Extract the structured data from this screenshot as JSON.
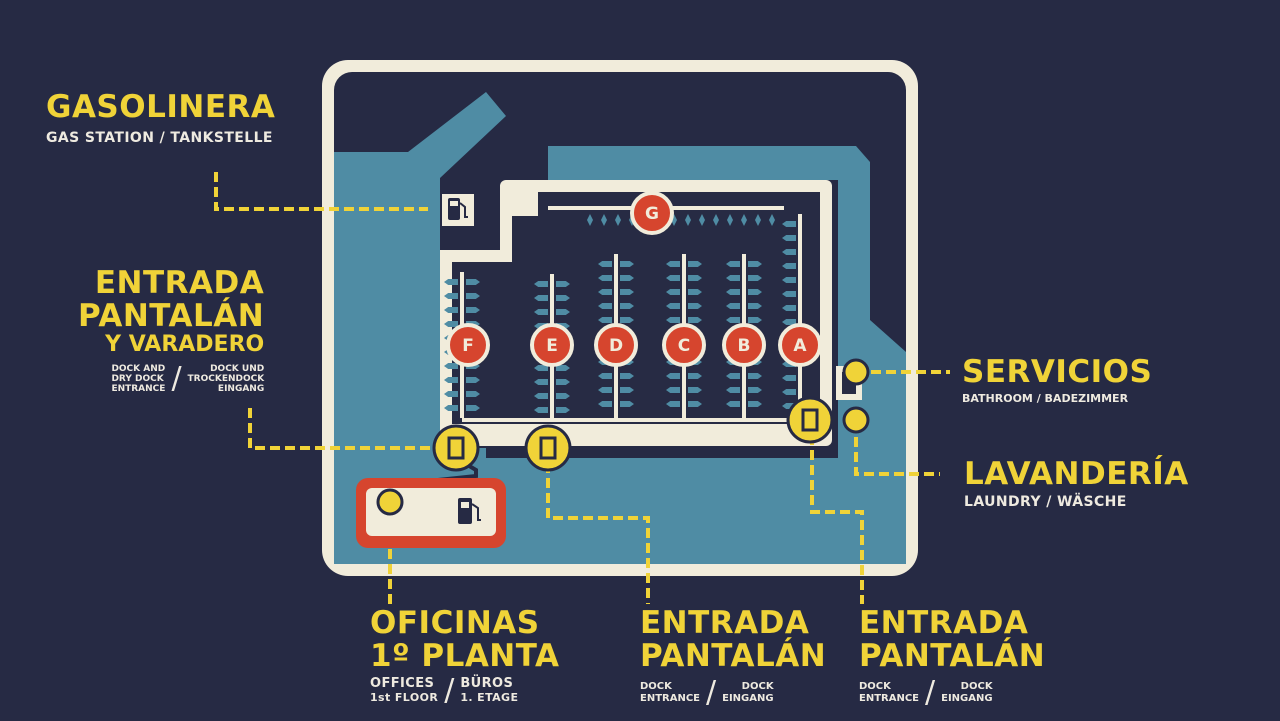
{
  "colors": {
    "background": "#262a44",
    "water": "#4f8ca4",
    "frame": "#f1ecdb",
    "dock_area": "#272b44",
    "yellow": "#f0d338",
    "red": "#d6452e"
  },
  "pontoons": [
    "A",
    "B",
    "C",
    "D",
    "E",
    "F",
    "G"
  ],
  "icons": [
    "fuel-pump-icon",
    "door-icon"
  ],
  "labels": {
    "gas": {
      "title": "GASOLINERA",
      "sub": "GAS STATION / TANKSTELLE"
    },
    "dock_dry": {
      "line1": "ENTRADA",
      "line2": "PANTALÁN",
      "line3": "Y VARADERO",
      "left": [
        "DOCK AND",
        "DRY DOCK",
        "ENTRANCE"
      ],
      "right": [
        "DOCK UND",
        "TROCKENDOCK",
        "EINGANG"
      ],
      "slash": "/"
    },
    "servicios": {
      "title": "SERVICIOS",
      "sub": "BATHROOM / BADEZIMMER"
    },
    "lavanderia": {
      "title": "LAVANDERÍA",
      "sub": "LAUNDRY / WÄSCHE"
    },
    "oficinas": {
      "line1": "OFICINAS",
      "line2": "1º PLANTA",
      "left": [
        "OFFICES",
        "1st FLOOR"
      ],
      "right": [
        "BÜROS",
        "1. ETAGE"
      ],
      "slash": "/"
    },
    "dock1": {
      "line1": "ENTRADA",
      "line2": "PANTALÁN",
      "left": [
        "DOCK",
        "ENTRANCE"
      ],
      "right": [
        "DOCK",
        "EINGANG"
      ],
      "slash": "/"
    },
    "dock2": {
      "line1": "ENTRADA",
      "line2": "PANTALÁN",
      "left": [
        "DOCK",
        "ENTRANCE"
      ],
      "right": [
        "DOCK",
        "EINGANG"
      ],
      "slash": "/"
    }
  }
}
